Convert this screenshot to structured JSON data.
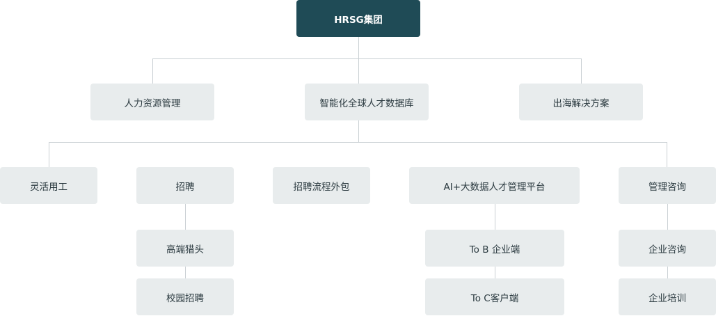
{
  "root": {
    "label": "HRSG集团"
  },
  "level1": {
    "hr": "人力资源管理",
    "database": "智能化全球人才数据库",
    "overseas": "出海解决方案"
  },
  "level2": {
    "flex": "灵活用工",
    "recruit": "招聘",
    "rpo": "招聘流程外包",
    "platform": "AI+大数据人才管理平台",
    "consult": "管理咨询"
  },
  "level3": {
    "headhunt": "高端猎头",
    "campus": "校园招聘",
    "tob": "To B 企业端",
    "toc": "To C客户端",
    "corp_consult": "企业咨询",
    "corp_training": "企业培训"
  }
}
